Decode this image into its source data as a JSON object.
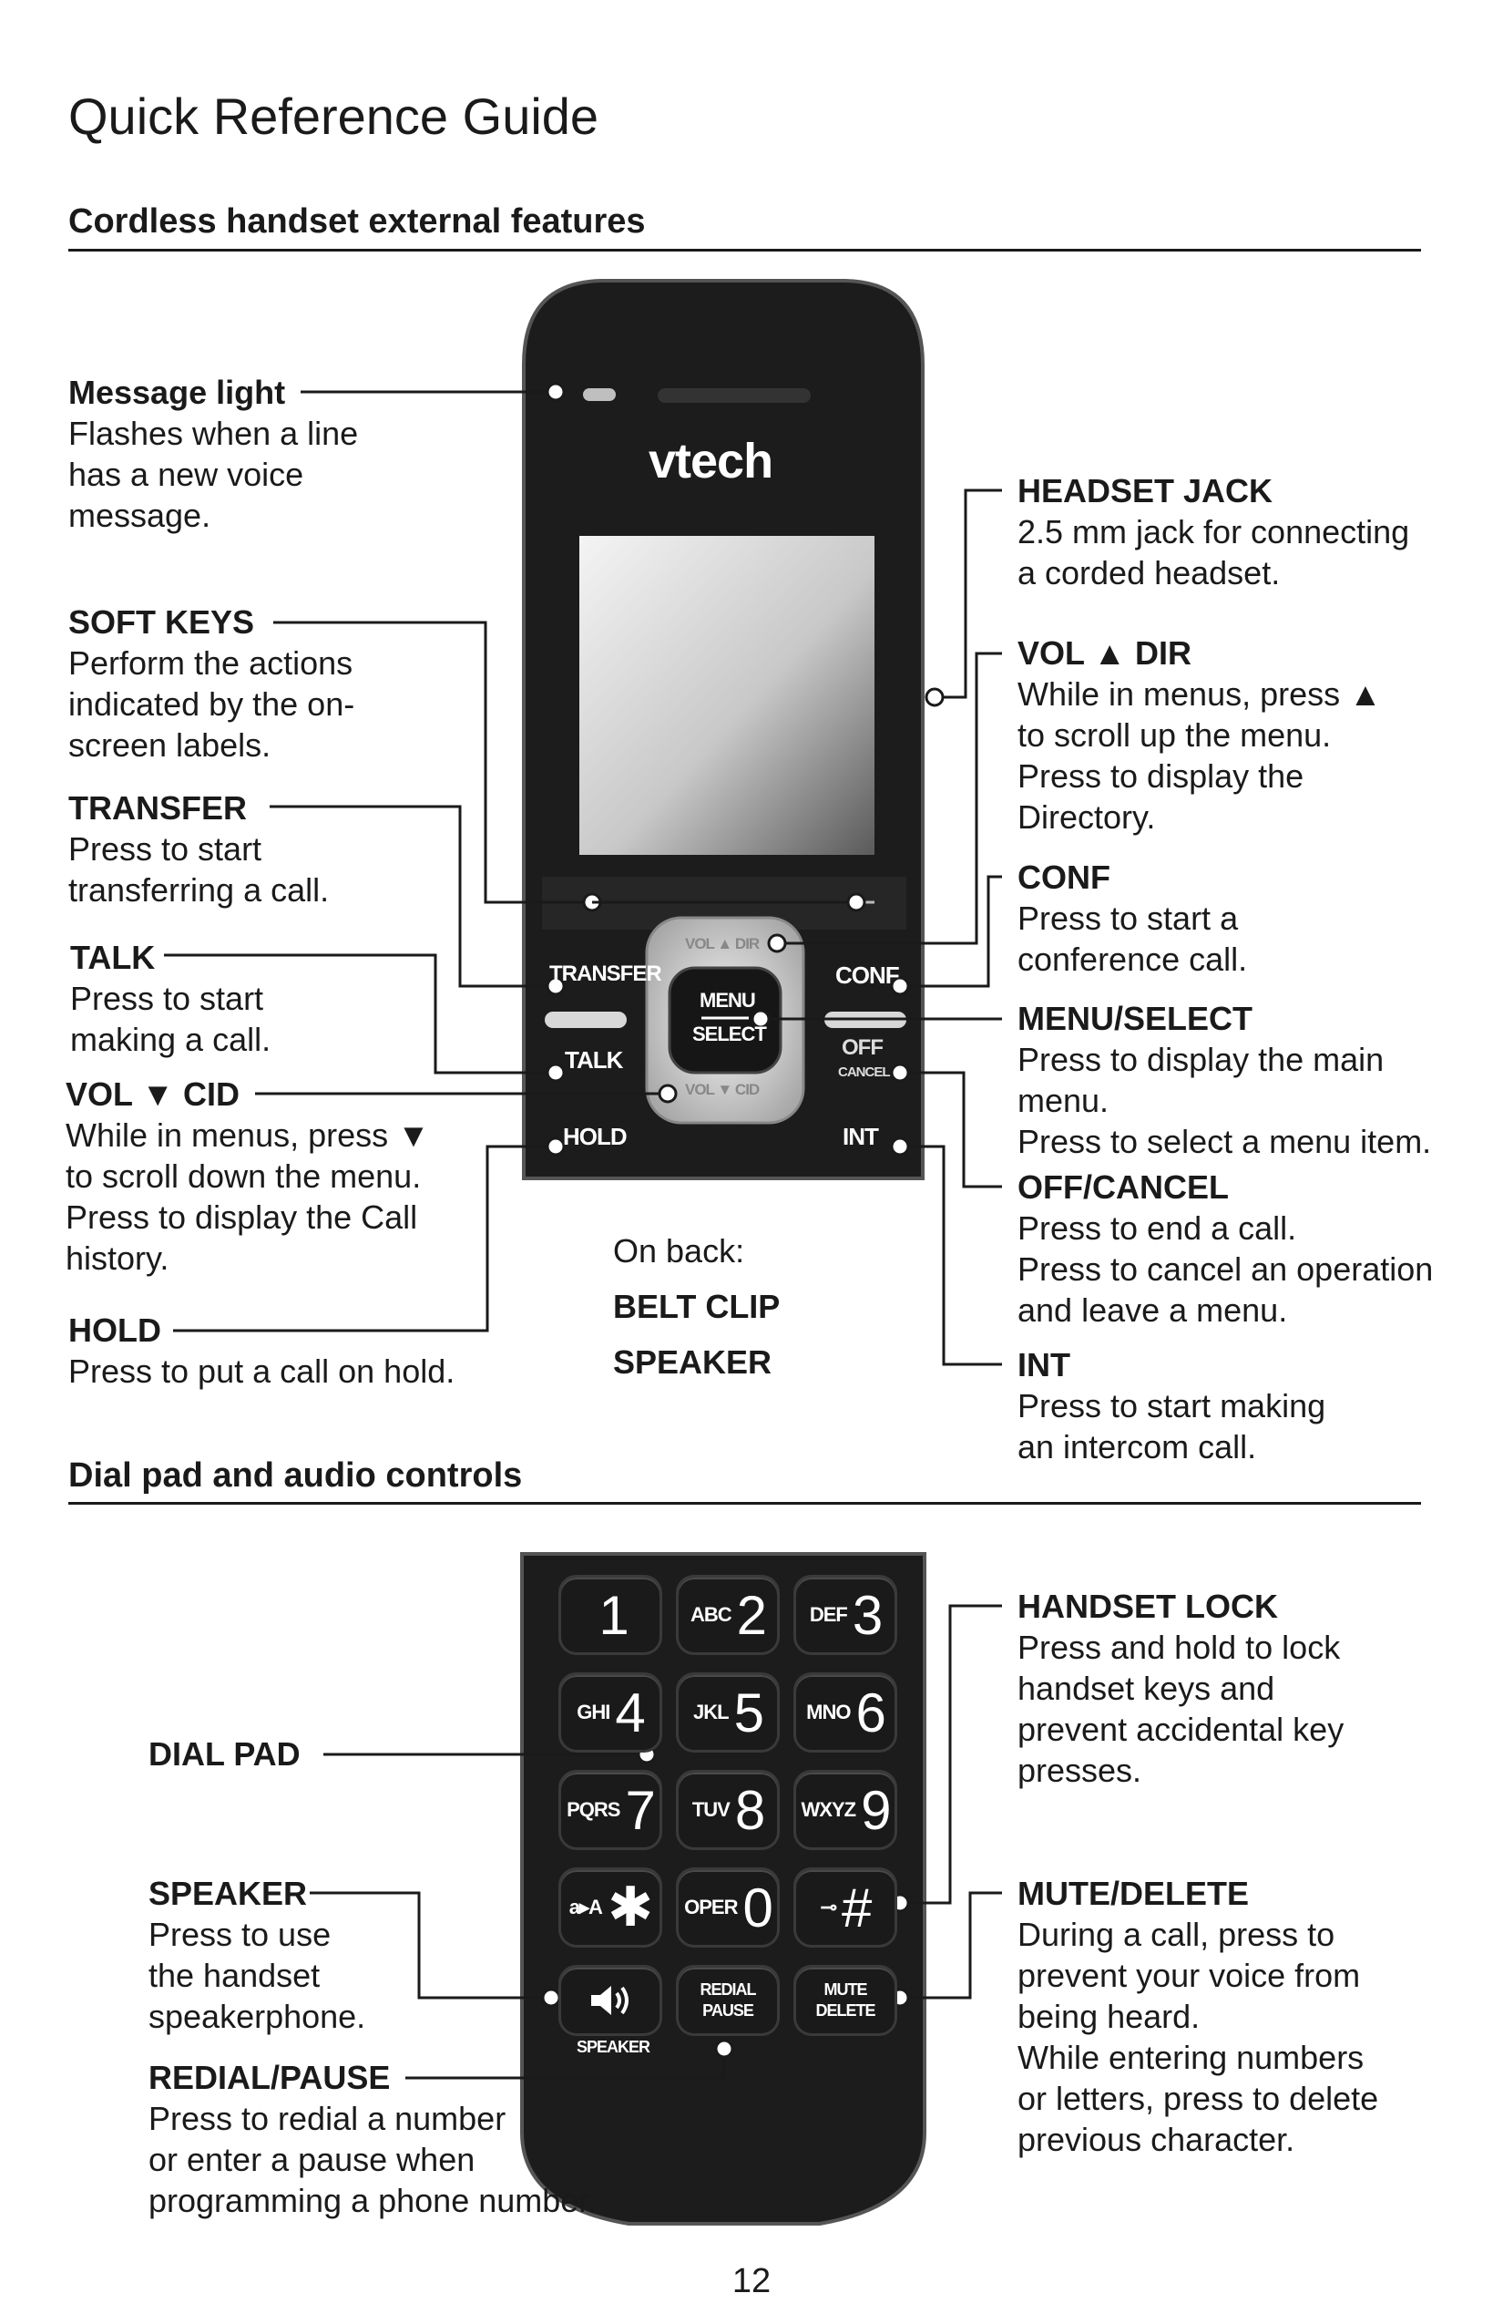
{
  "title": "Quick Reference Guide",
  "section1": "Cordless handset external features",
  "section2": "Dial pad and audio controls",
  "page_number": "12",
  "brand": "vtech",
  "on_back": {
    "heading": "On back:",
    "items": [
      "BELT CLIP",
      "SPEAKER"
    ]
  },
  "left_labels": [
    {
      "name": "Message light",
      "desc": "Flashes when a line\nhas a new voice\nmessage."
    },
    {
      "name": "SOFT KEYS",
      "desc": "Perform the actions\nindicated by the on-\nscreen labels."
    },
    {
      "name": "TRANSFER",
      "desc": "Press to start\ntransferring a call."
    },
    {
      "name": "TALK",
      "desc": "Press to start\nmaking a call."
    },
    {
      "name": "VOL ▼ CID",
      "desc": "While in menus, press ▼\nto scroll down the menu.\nPress to display the Call\nhistory."
    },
    {
      "name": "HOLD",
      "desc": "Press to put a call on hold."
    }
  ],
  "right_labels": [
    {
      "name": "HEADSET JACK",
      "desc": "2.5 mm jack for connecting\na corded headset."
    },
    {
      "name": "VOL ▲ DIR",
      "desc": "While in menus, press ▲\nto scroll up the menu.\nPress to display the\nDirectory."
    },
    {
      "name": "CONF",
      "desc": "Press to start a\nconference call."
    },
    {
      "name": "MENU/SELECT",
      "desc": "Press to display the main\nmenu.\nPress to select a menu item."
    },
    {
      "name": "OFF/CANCEL",
      "desc": "Press to end a call.\nPress to cancel an operation\nand leave a menu."
    },
    {
      "name": "INT",
      "desc": "Press to start making\nan intercom call."
    }
  ],
  "dial_left_labels": [
    {
      "name": "DIAL PAD",
      "desc": ""
    },
    {
      "name": "SPEAKER",
      "desc": "Press to use\nthe handset\nspeakerphone."
    },
    {
      "name": "REDIAL/PAUSE",
      "desc": "Press to redial a number\nor enter a pause when\nprogramming a phone number."
    }
  ],
  "dial_right_labels": [
    {
      "name": "HANDSET LOCK",
      "desc": "Press and hold to lock\nhandset keys and\nprevent accidental key\npresses."
    },
    {
      "name": "MUTE/DELETE",
      "desc": "During a call, press to\nprevent your voice from\nbeing heard.\nWhile entering numbers\nor letters, press to delete\nprevious character."
    }
  ],
  "phone_keys": {
    "transfer": "TRANSFER",
    "conf": "CONF.",
    "talk": "TALK",
    "off": "OFF",
    "cancel": "CANCEL",
    "hold": "HOLD",
    "int": "INT",
    "menu": "MENU",
    "select": "SELECT",
    "vol_up": "VOL ▲ DIR",
    "vol_down": "VOL ▼ CID"
  },
  "dial_keys": [
    {
      "sub": "",
      "num": "1"
    },
    {
      "sub": "ABC",
      "num": "2"
    },
    {
      "sub": "DEF",
      "num": "3"
    },
    {
      "sub": "GHI",
      "num": "4"
    },
    {
      "sub": "JKL",
      "num": "5"
    },
    {
      "sub": "MNO",
      "num": "6"
    },
    {
      "sub": "PQRS",
      "num": "7"
    },
    {
      "sub": "TUV",
      "num": "8"
    },
    {
      "sub": "WXYZ",
      "num": "9"
    },
    {
      "sub": "a▸A",
      "num": "✱"
    },
    {
      "sub": "OPER",
      "num": "0"
    },
    {
      "sub": "⊸",
      "num": "#"
    }
  ],
  "audio_keys": {
    "speaker": "SPEAKER",
    "redial": "REDIAL",
    "pause": "PAUSE",
    "mute": "MUTE",
    "delete": "DELETE"
  }
}
